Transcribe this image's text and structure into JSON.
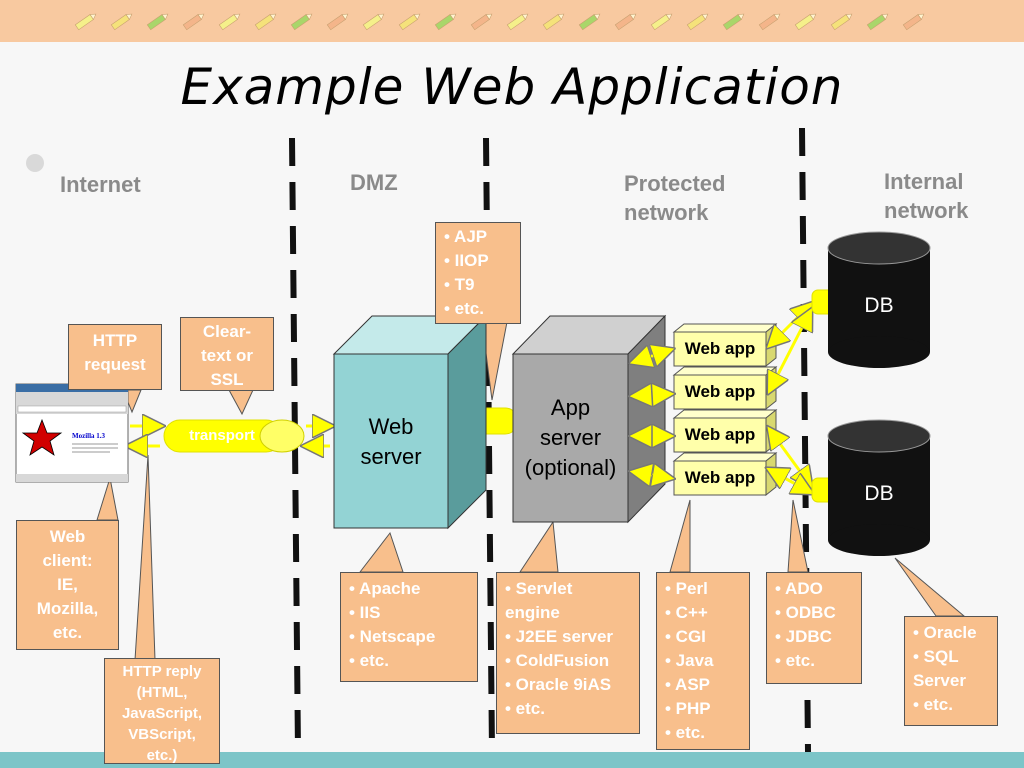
{
  "title": "Example Web Application",
  "zones": {
    "internet": [
      "Internet"
    ],
    "dmz": [
      "DMZ"
    ],
    "protected": [
      "Protected",
      "network"
    ],
    "internal": [
      "Internal",
      "network"
    ]
  },
  "nodes": {
    "web_server": [
      "Web",
      "server"
    ],
    "app_server": [
      "App",
      "server",
      "(optional)"
    ],
    "web_apps": [
      "Web app",
      "Web app",
      "Web app",
      "Web app"
    ],
    "databases": [
      "DB",
      "DB"
    ],
    "transport": "transport"
  },
  "callouts": {
    "http_request": [
      "HTTP",
      "request"
    ],
    "cleartext": [
      "Clear-",
      "text or",
      "SSL"
    ],
    "protocols": [
      "• AJP",
      "• IIOP",
      "• T9",
      "• etc."
    ],
    "web_client": [
      "Web",
      "client:",
      "IE,",
      "Mozilla,",
      "etc."
    ],
    "http_reply": [
      "HTTP reply",
      "(HTML,",
      "JavaScript,",
      "VBScript,",
      "etc.)"
    ],
    "web_servers": [
      "• Apache",
      "• IIS",
      "• Netscape",
      "• etc."
    ],
    "app_servers": [
      "• Servlet",
      "engine",
      "• J2EE server",
      "• ColdFusion",
      "• Oracle 9iAS",
      "• etc."
    ],
    "languages": [
      "• Perl",
      "• C++",
      "• CGI",
      "• Java",
      "• ASP",
      "• PHP",
      "• etc."
    ],
    "db_access": [
      "• ADO",
      "• ODBC",
      "• JDBC",
      "• etc."
    ],
    "db_products": [
      "• Oracle",
      "• SQL",
      "Server",
      "• etc."
    ]
  },
  "browser": {
    "logo_text": "Mozilla 1.3"
  },
  "colors": {
    "callout_fill": "#f8bf8c",
    "web_server_front": "#93d3d4",
    "app_server_front": "#a9a9a9",
    "web_app_fill": "#ffffaa",
    "connector": "#ffff00",
    "database": "#111111"
  }
}
